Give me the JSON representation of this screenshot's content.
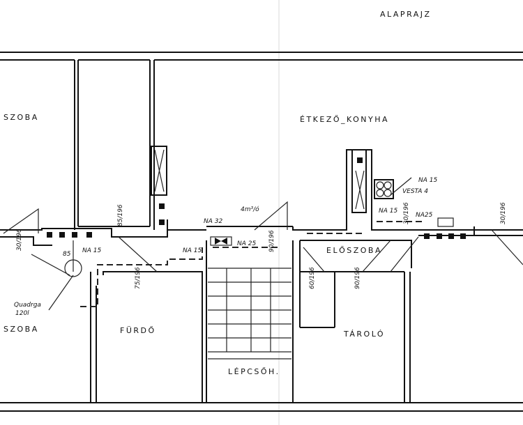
{
  "title": "ALAPRAJZ",
  "rooms": {
    "szoba_top": "SZOBA",
    "etkezo_konyha": "ÉTKEZŐ_KONYHA",
    "szoba_bottom": "SZOBA",
    "furdo": "FÜRDŐ",
    "lepcsohaz": "LÉPCSŐH.",
    "eloszoba": "ELŐSZOBA",
    "tarolo": "TÁROLÓ"
  },
  "annotations": {
    "vesta": "VESTA 4",
    "na15_stove": "NA 15",
    "na15_kitchen": "NA 15",
    "na25_right": "NA25",
    "na32": "NA 32",
    "flow": "4m³/ó",
    "na25_stair": "NA 25",
    "na15_hall": "NA 15",
    "na15_boiler": "NA 15",
    "boiler_85": "85",
    "boiler_name": "Quadrga",
    "boiler_volume": "120l"
  },
  "doors": [
    "30/196",
    "85/196",
    "90/196",
    "75/196",
    "60/196",
    "90/196",
    "30/196",
    "30/196"
  ]
}
